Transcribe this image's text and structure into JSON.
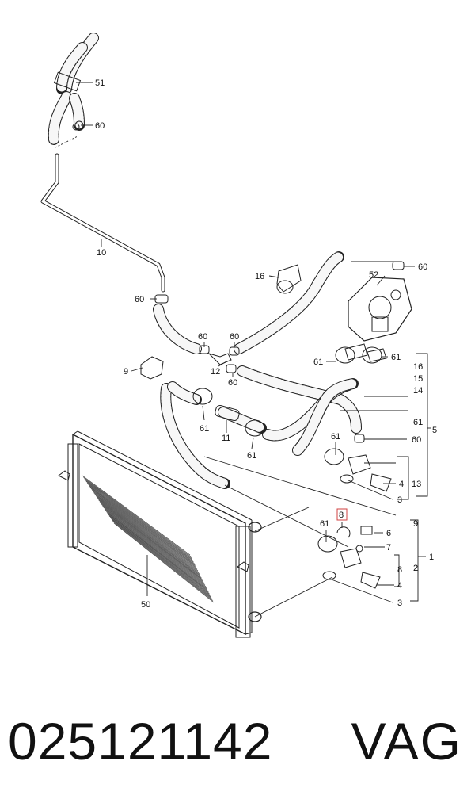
{
  "diagram": {
    "callouts": [
      {
        "id": "c51",
        "text": "51"
      },
      {
        "id": "c60a",
        "text": "60"
      },
      {
        "id": "c10",
        "text": "10"
      },
      {
        "id": "c16",
        "text": "16"
      },
      {
        "id": "c60b",
        "text": "60"
      },
      {
        "id": "c52",
        "text": "52"
      },
      {
        "id": "c60c",
        "text": "60"
      },
      {
        "id": "c60d",
        "text": "60"
      },
      {
        "id": "c60e",
        "text": "60"
      },
      {
        "id": "c9a",
        "text": "9"
      },
      {
        "id": "c12",
        "text": "12"
      },
      {
        "id": "c60f",
        "text": "60"
      },
      {
        "id": "c61a",
        "text": "61"
      },
      {
        "id": "c61b",
        "text": "61"
      },
      {
        "id": "c16b",
        "text": "16"
      },
      {
        "id": "c15",
        "text": "15"
      },
      {
        "id": "c14",
        "text": "14"
      },
      {
        "id": "c61c",
        "text": "61"
      },
      {
        "id": "c11",
        "text": "11"
      },
      {
        "id": "c61d",
        "text": "61"
      },
      {
        "id": "c61e",
        "text": "61"
      },
      {
        "id": "c61f",
        "text": "61"
      },
      {
        "id": "c60g",
        "text": "60"
      },
      {
        "id": "c5",
        "text": "5"
      },
      {
        "id": "c4a",
        "text": "4"
      },
      {
        "id": "c13",
        "text": "13"
      },
      {
        "id": "c3a",
        "text": "3"
      },
      {
        "id": "c8a",
        "text": "8"
      },
      {
        "id": "c9b",
        "text": "9"
      },
      {
        "id": "c61g",
        "text": "61"
      },
      {
        "id": "c6",
        "text": "6"
      },
      {
        "id": "c7",
        "text": "7"
      },
      {
        "id": "c1",
        "text": "1"
      },
      {
        "id": "c2",
        "text": "2"
      },
      {
        "id": "c8b",
        "text": "8"
      },
      {
        "id": "c4b",
        "text": "4"
      },
      {
        "id": "c3b",
        "text": "3"
      },
      {
        "id": "c50",
        "text": "50"
      }
    ]
  },
  "footer": {
    "part_number": "025121142",
    "brand": "VAG"
  }
}
